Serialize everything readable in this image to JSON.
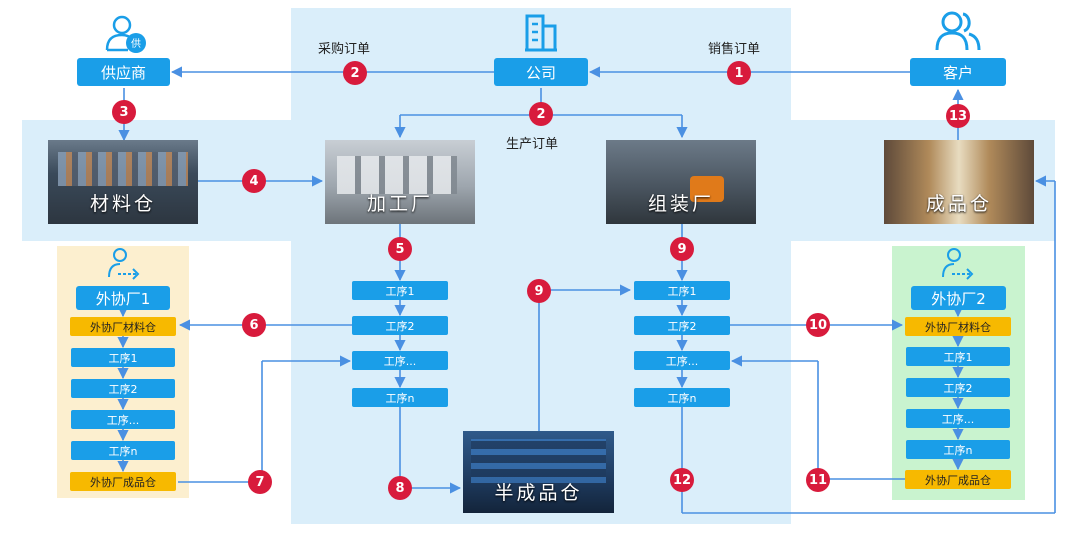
{
  "company": {
    "label": "公司"
  },
  "supplier": {
    "label": "供应商"
  },
  "customer": {
    "label": "客户"
  },
  "order_labels": {
    "purchase": "采购订单",
    "sales": "销售订单",
    "production": "生产订单"
  },
  "warehouses": {
    "material": "材料仓",
    "processing": "加工厂",
    "assembly": "组装厂",
    "finished": "成品仓",
    "semi": "半成品仓"
  },
  "outsource1": {
    "title": "外协厂1",
    "material": "外协厂材料仓",
    "steps": [
      "工序1",
      "工序2",
      "工序...",
      "工序n"
    ],
    "finished": "外协厂成品仓"
  },
  "outsource2": {
    "title": "外协厂2",
    "material": "外协厂材料仓",
    "steps": [
      "工序1",
      "工序2",
      "工序...",
      "工序n"
    ],
    "finished": "外协厂成品仓"
  },
  "processing_steps": [
    "工序1",
    "工序2",
    "工序...",
    "工序n"
  ],
  "assembly_steps": [
    "工序1",
    "工序2",
    "工序...",
    "工序n"
  ],
  "badges": {
    "b1": "1",
    "b2a": "2",
    "b2b": "2",
    "b3": "3",
    "b4": "4",
    "b5": "5",
    "b6": "6",
    "b7": "7",
    "b8": "8",
    "b9a": "9",
    "b9b": "9",
    "b10": "10",
    "b11": "11",
    "b12": "12",
    "b13": "13"
  },
  "colors": {
    "primary": "#1a9ee8",
    "badge": "#d81b3c",
    "yellow": "#f7b900",
    "lightblue": "#daeefa",
    "lightyellow": "#fcefcf",
    "lightgreen": "#c9f3cf"
  },
  "icons": [
    "building-icon",
    "supplier-icon",
    "customer-icon",
    "outsource-icon"
  ]
}
